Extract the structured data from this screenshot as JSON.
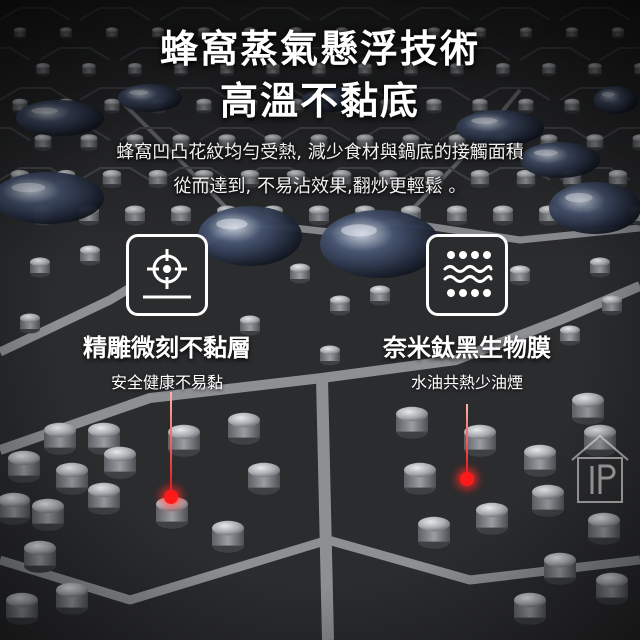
{
  "headline": {
    "line1": "蜂窩蒸氣懸浮技術",
    "line2": "高溫不黏底"
  },
  "description": {
    "line1": "蜂窩凹凸花紋均勻受熱, 減少食材與鍋底的接觸面積",
    "line2": "從而達到, 不易沾效果,翻炒更輕鬆 。"
  },
  "features": [
    {
      "icon": "crosshair-flame-icon",
      "title": "精雕微刻不黏層",
      "subtitle": "安全健康不易黏"
    },
    {
      "icon": "heat-waves-icon",
      "title": "奈米鈦黑生物膜",
      "subtitle": "水油共熱少油煙"
    }
  ],
  "colors": {
    "background": "#2a2b2d",
    "honeycomb_edge": "#8d8f93",
    "stud": "#b9bcbf",
    "marker_red": "#ff1a1a",
    "text": "#ffffff"
  },
  "watermark": {
    "icon": "house-logo-icon"
  }
}
